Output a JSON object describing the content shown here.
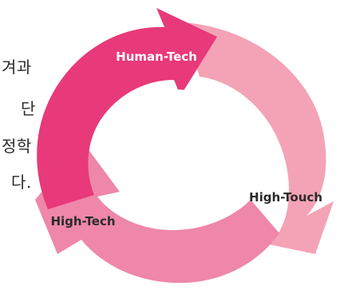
{
  "margin_text": [
    "겨과",
    "단",
    "정학",
    "다."
  ],
  "cycle": {
    "labels": {
      "top": "Human-Tech",
      "right": "High-Touch",
      "left": "High-Tech"
    },
    "colors": {
      "arc_top": "#e8397a",
      "arc_right": "#f4a3b6",
      "arc_bottom": "#ee87aa",
      "label_on_dark": "#ffffff",
      "label_on_light": "#2b2b2b"
    }
  }
}
